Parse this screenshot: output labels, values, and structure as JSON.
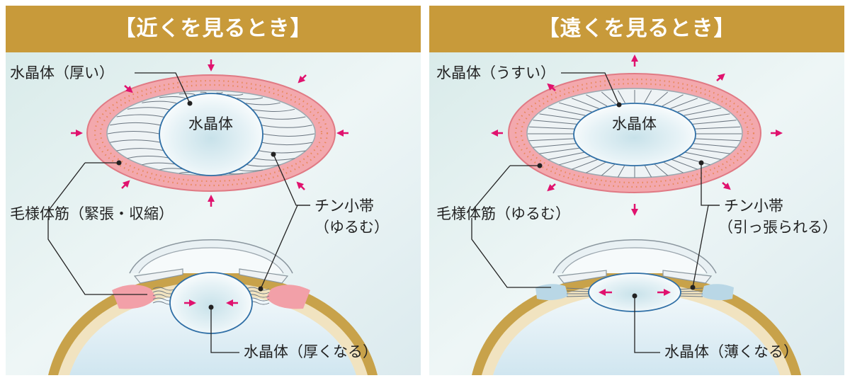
{
  "colors": {
    "header_bg": "#c89a3a",
    "panel_bg": "#e3f0f0",
    "muscle_contracted": "#f2a0a8",
    "muscle_relaxed": "#b9d7e6",
    "lens_fill": "#eaf4f8",
    "lens_stroke": "#2f6fa6",
    "arrow": "#e0126e",
    "sclera": "#c8a24a"
  },
  "panels": {
    "near": {
      "title": "【近くを見るとき】",
      "labels": {
        "lens_top": "水晶体（厚い）",
        "lens_center": "水晶体",
        "ciliary": "毛様体筋（緊張・収縮）",
        "zonule_1": "チン小帯",
        "zonule_2": "（ゆるむ）",
        "lens_bottom": "水晶体（厚くなる）"
      },
      "icons": [
        "contract-arrow-icon",
        "lens-thicken-arrow-icon"
      ]
    },
    "far": {
      "title": "【遠くを見るとき】",
      "labels": {
        "lens_top": "水晶体（うすい）",
        "lens_center": "水晶体",
        "ciliary": "毛様体筋（ゆるむ）",
        "zonule_1": "チン小帯",
        "zonule_2": "（引っ張られる）",
        "lens_bottom": "水晶体（薄くなる）"
      },
      "icons": [
        "expand-arrow-icon",
        "lens-thin-arrow-icon"
      ]
    }
  }
}
